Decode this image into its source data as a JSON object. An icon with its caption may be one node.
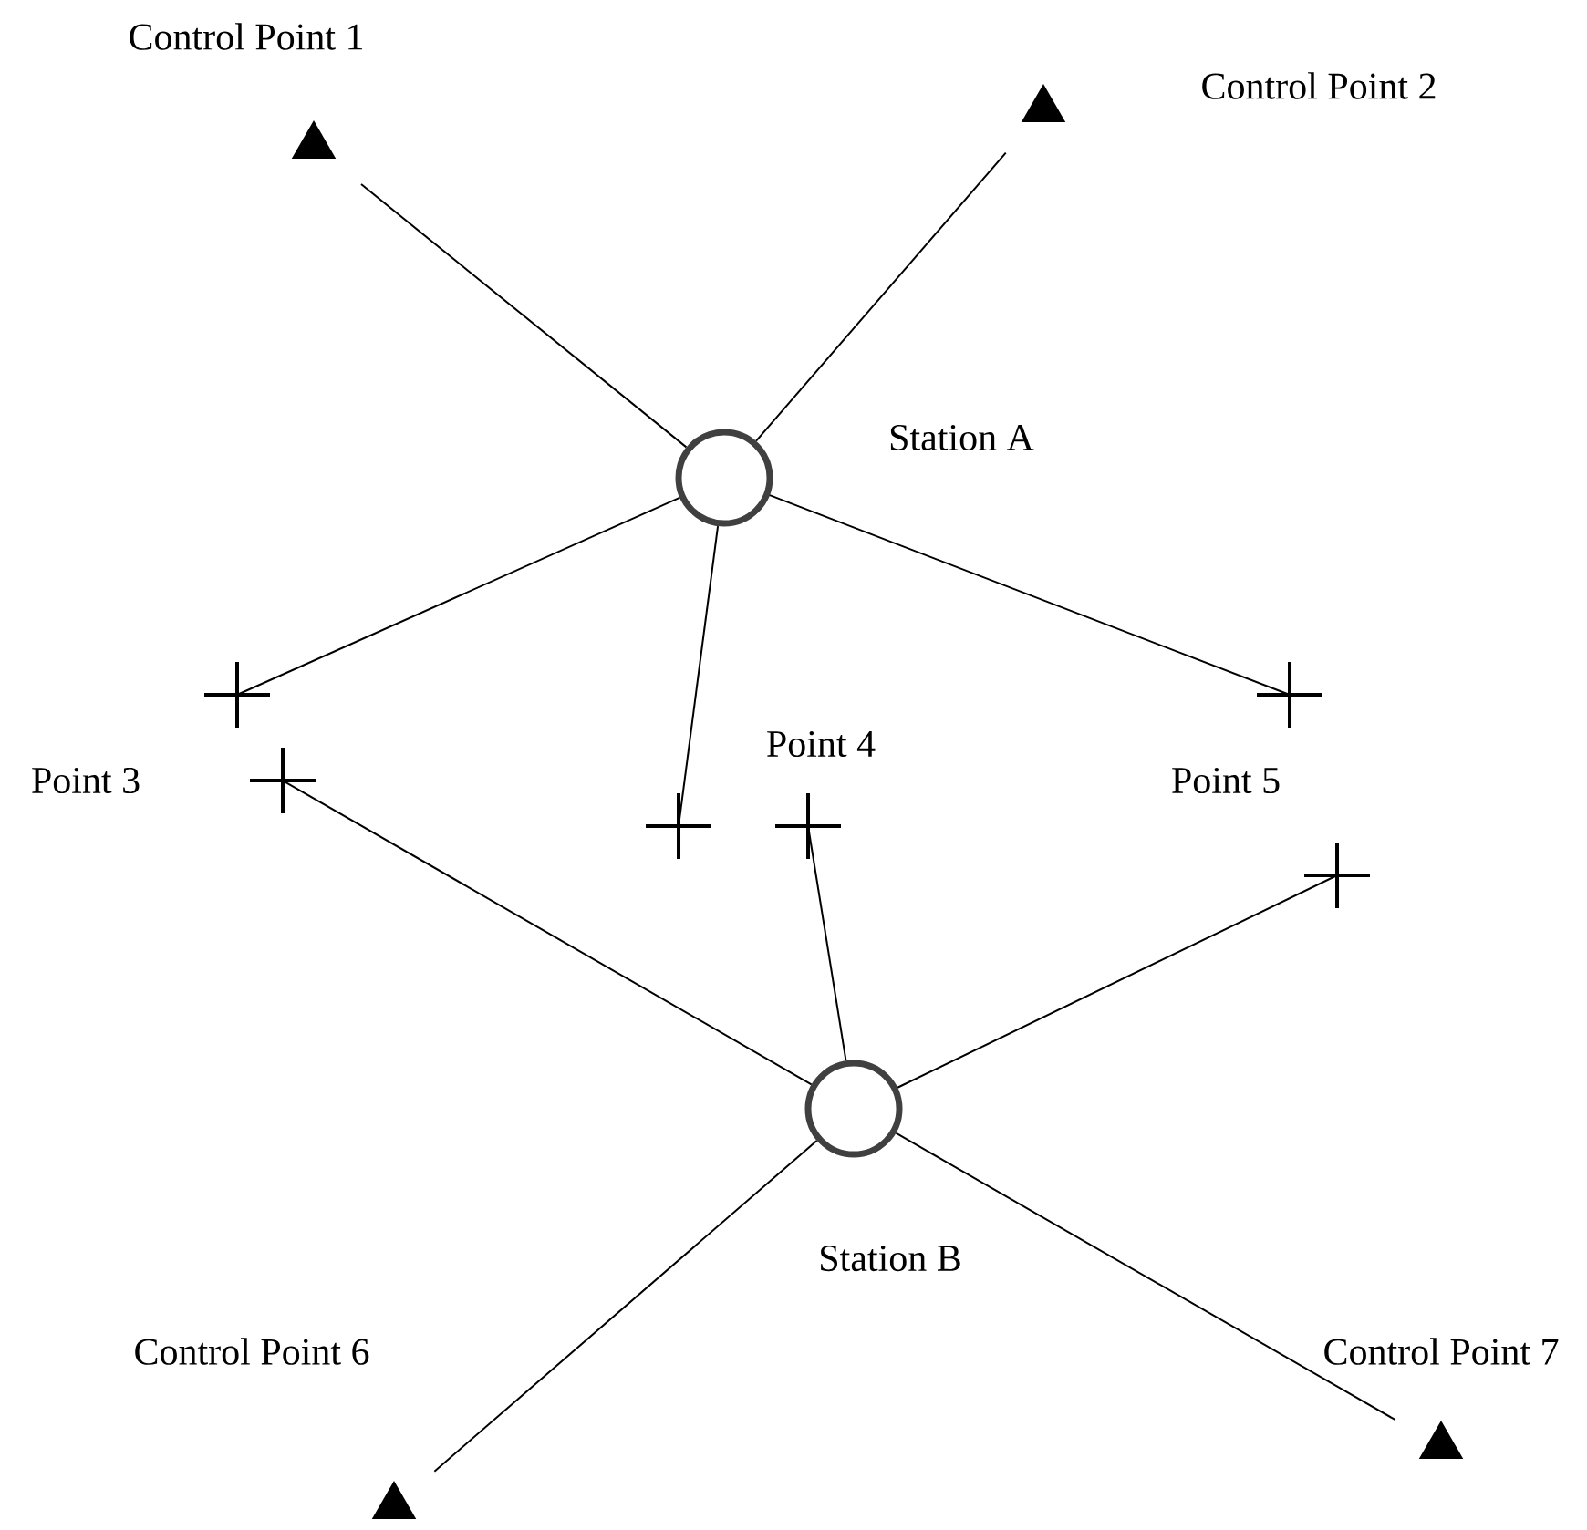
{
  "diagram": {
    "nodes": [
      {
        "text": [],
        "shape": "triangle",
        "beside": [
          "Control Point 1"
        ]
      },
      {
        "text": [],
        "shape": "triangle",
        "beside": [
          "Control Point 2"
        ]
      },
      {
        "text": [],
        "shape": "circle",
        "beside": [
          "Station A"
        ]
      },
      {
        "text": [],
        "shape": "cross"
      },
      {
        "text": [],
        "shape": "cross"
      },
      {
        "text": [],
        "shape": "cross"
      },
      {
        "text": [],
        "shape": "cross"
      },
      {
        "text": [],
        "shape": "cross"
      },
      {
        "text": [],
        "shape": "cross"
      },
      {
        "text": [],
        "shape": "circle",
        "beside": [
          "Station B"
        ]
      },
      {
        "text": [],
        "shape": "triangle",
        "beside": [
          "Control Point 7"
        ]
      },
      {
        "text": [],
        "shape": "triangle",
        "beside": [
          "Control Point 6"
        ]
      }
    ],
    "edges": [
      {
        "from": 2,
        "to": 0,
        "arrow": "none"
      },
      {
        "from": 2,
        "to": 1,
        "arrow": "none"
      },
      {
        "from": 2,
        "to": 3,
        "arrow": "none"
      },
      {
        "from": 2,
        "to": 5,
        "arrow": "none"
      },
      {
        "from": 2,
        "to": 7,
        "arrow": "none"
      },
      {
        "from": 9,
        "to": 4,
        "arrow": "none"
      },
      {
        "from": 9,
        "to": 6,
        "arrow": "none"
      },
      {
        "from": 9,
        "to": 8,
        "arrow": "none"
      },
      {
        "from": 9,
        "to": 11,
        "arrow": "none"
      },
      {
        "from": 9,
        "to": 10,
        "arrow": "none"
      }
    ],
    "labels": [
      "Point 3",
      "Point 4",
      "Point 5"
    ]
  }
}
